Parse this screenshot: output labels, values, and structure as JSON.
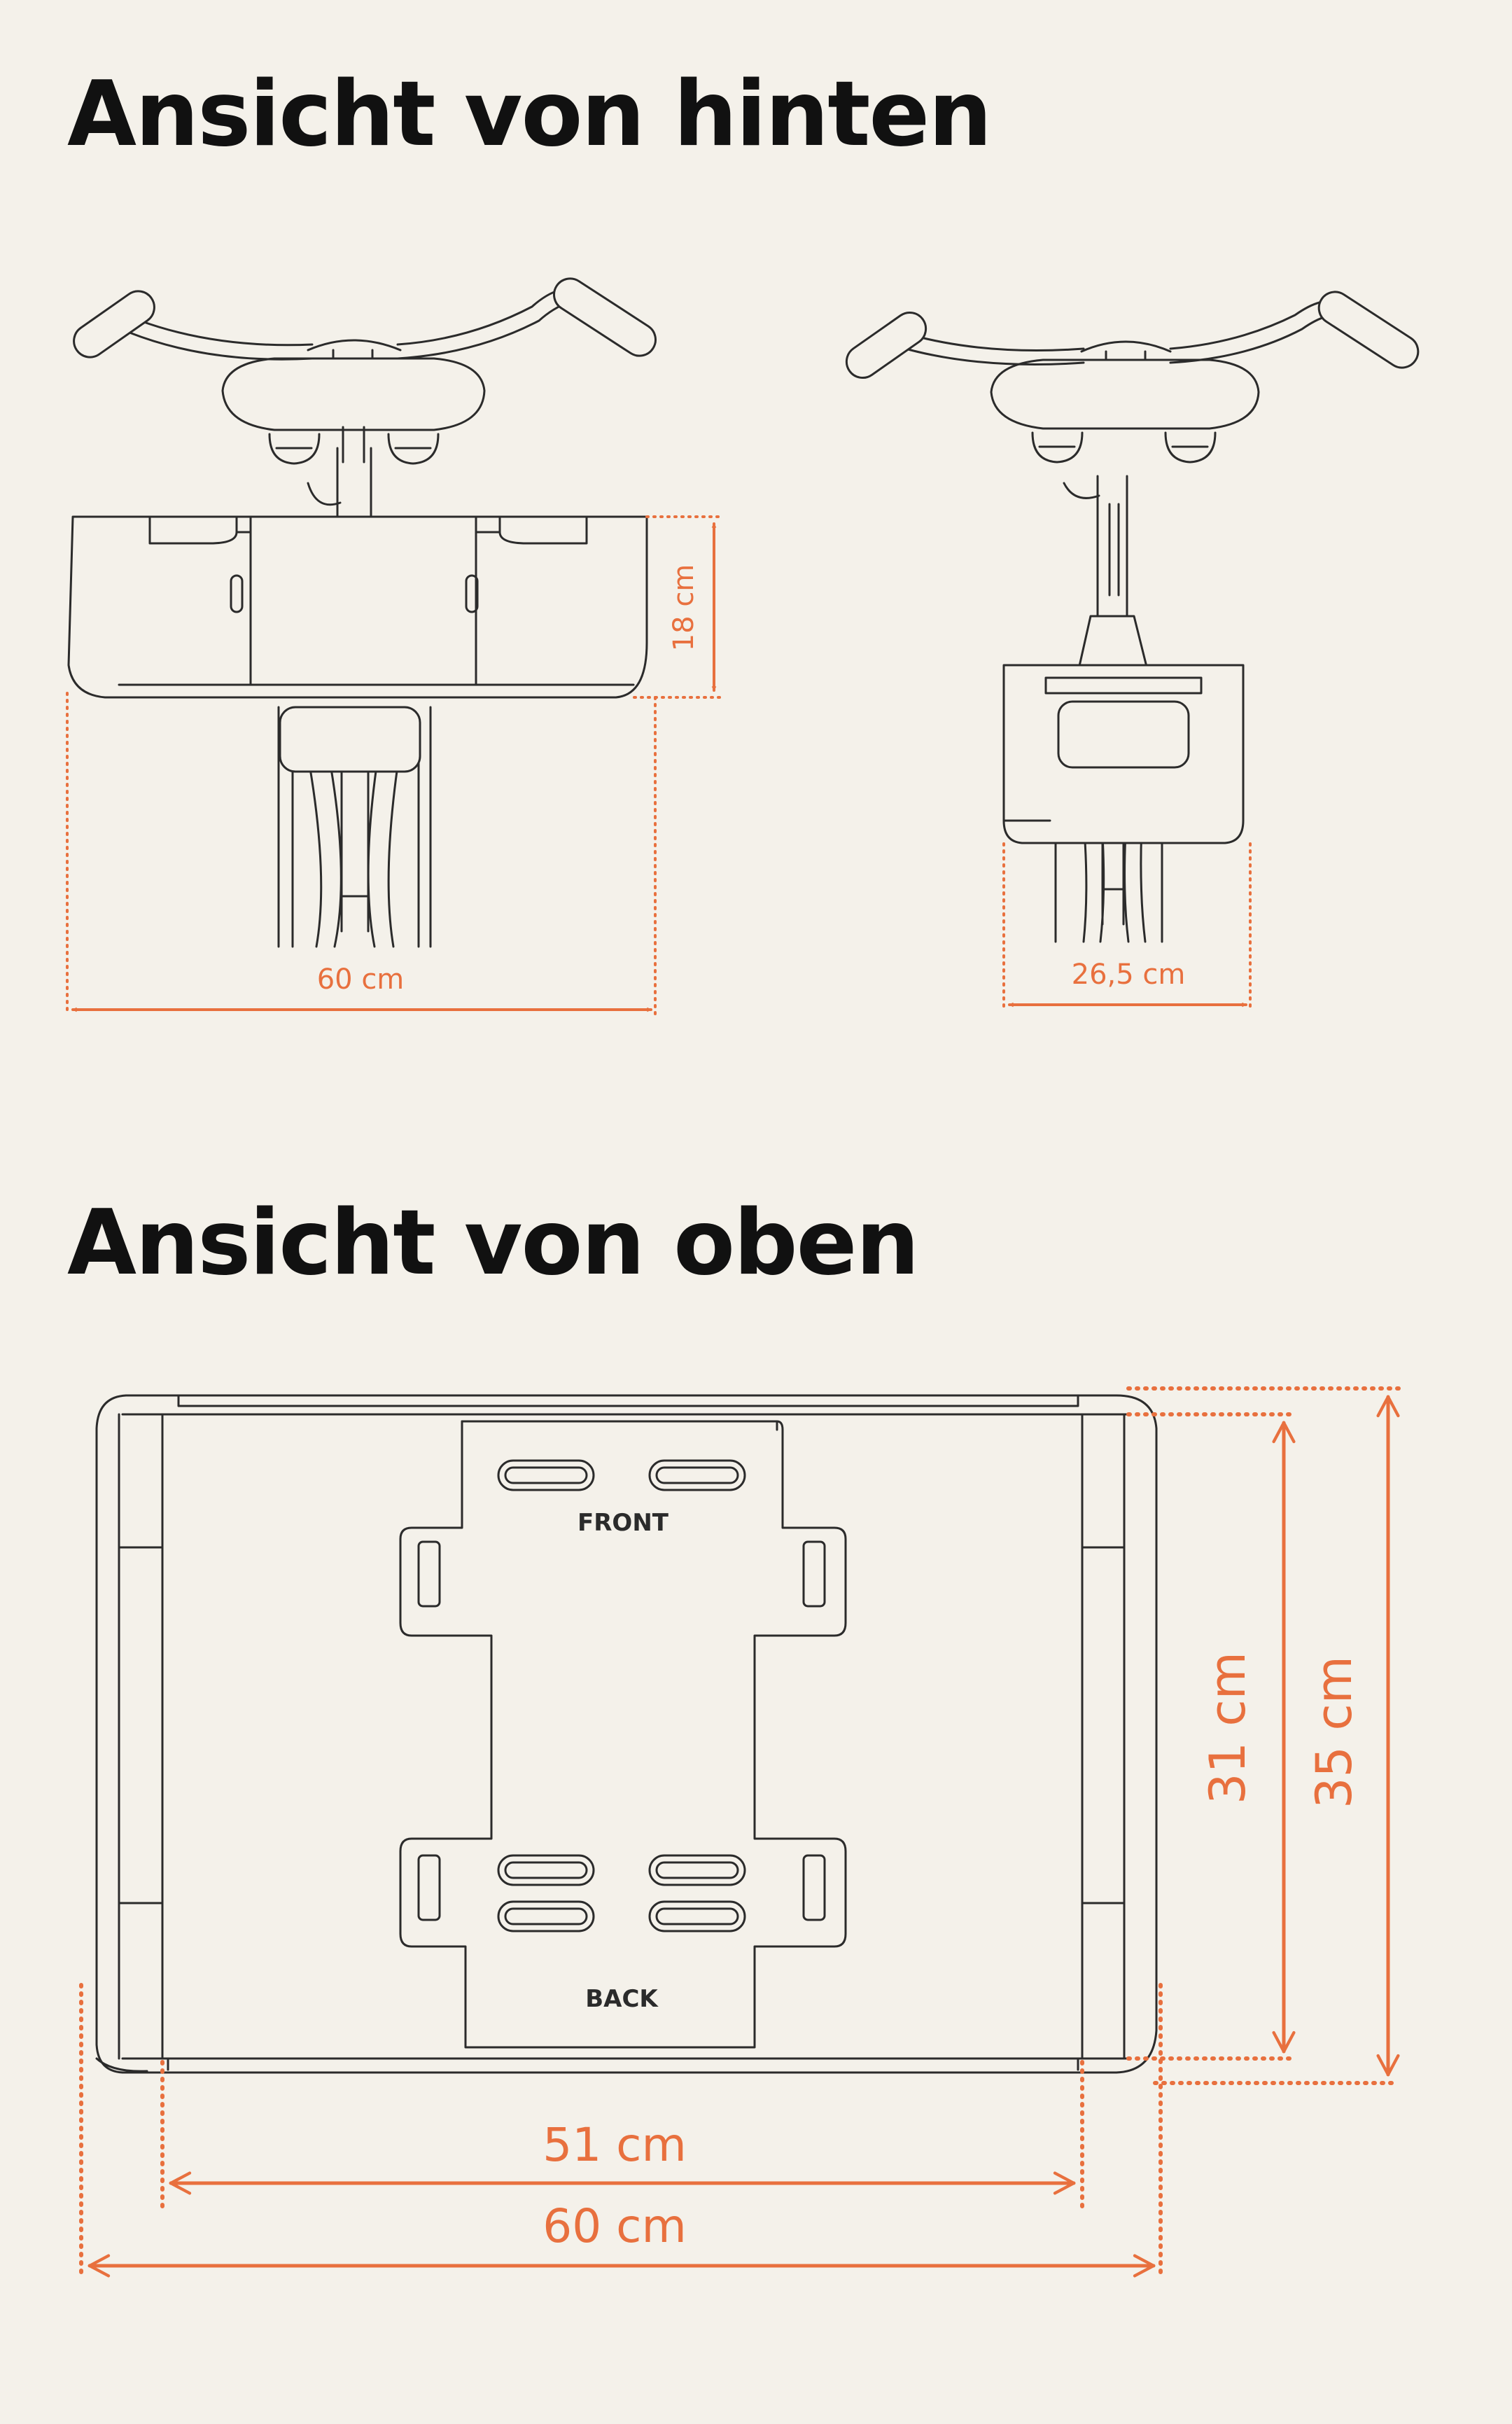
{
  "sections": {
    "rear_view_title": "Ansicht von hinten",
    "top_view_title": "Ansicht von oben"
  },
  "rear_view": {
    "wide": {
      "width": "60 cm",
      "height": "18 cm"
    },
    "narrow": {
      "width": "26,5 cm"
    }
  },
  "top_view": {
    "plate_labels": {
      "front": "FRONT",
      "back": "BACK"
    },
    "inner_width": "51 cm",
    "outer_width": "60 cm",
    "inner_depth": "31 cm",
    "outer_depth": "35 cm"
  },
  "colors": {
    "background": "#f4f1ea",
    "line": "#2b2b2b",
    "dimension": "#e8703e"
  }
}
